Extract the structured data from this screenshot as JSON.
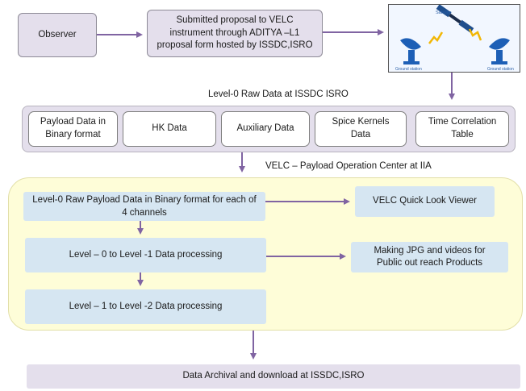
{
  "boxes": {
    "observer": "Observer",
    "proposal": "Submitted proposal to VELC instrument through ADITYA –L1 proposal form hosted by ISSDC,ISRO"
  },
  "satellite_image": {
    "satellite_label": "Satellite",
    "ground_station_left": "Ground station",
    "ground_station_right": "Ground station"
  },
  "level0_title": "Level-0  Raw Data at ISSDC ISRO",
  "level0_items": [
    "Payload Data in Binary format",
    "HK Data",
    "Auxiliary Data",
    "Spice Kernels Data",
    "Time Correlation Table"
  ],
  "poc_title": "VELC – Payload Operation Center at IIA",
  "poc": {
    "raw": "Level-0 Raw Payload Data in Binary format for each of 4 channels",
    "l0_l1": "Level – 0  to Level -1 Data processing",
    "l1_l2": "Level – 1 to Level -2 Data processing",
    "quicklook": "VELC Quick Look Viewer",
    "outreach": "Making JPG and videos for Public out reach Products"
  },
  "archival": "Data Archival and download at ISSDC,ISRO",
  "colors": {
    "arrow": "#8064a2",
    "lavender": "#e4dfec",
    "blue_box": "#d6e6f2",
    "yellow_panel": "#fefdd8",
    "sky": "#f2f7ff"
  }
}
